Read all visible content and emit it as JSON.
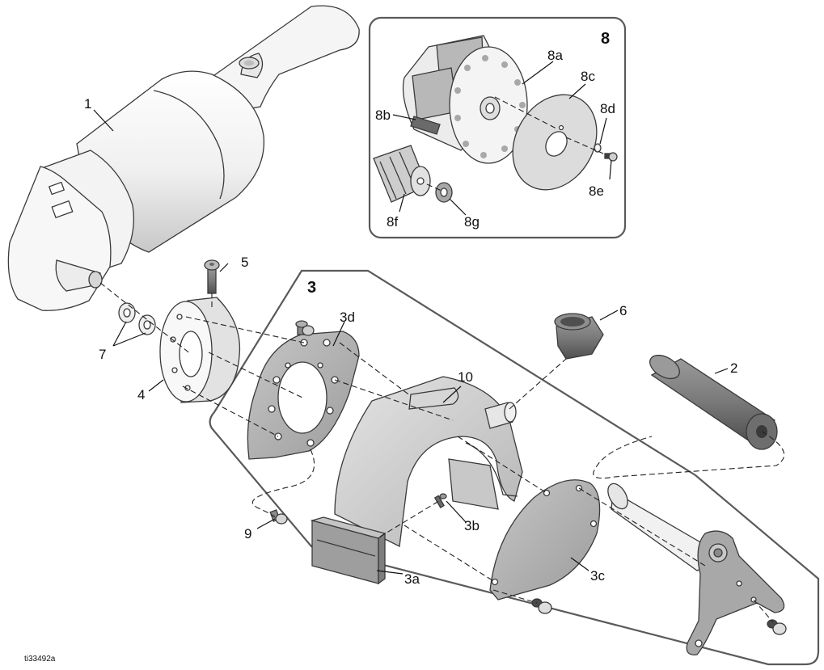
{
  "colors": {
    "background": "#ffffff",
    "part_light": "#f2f2f2",
    "part_mid": "#cfcfcf",
    "part_dark": "#8a8a8a",
    "part_shadow": "#6a6a6a",
    "group_outline": "#5a5a5a",
    "label": "#111111"
  },
  "drawing_code": "ti33492a",
  "groups": {
    "inset_8": "8",
    "assembly_3": "3"
  },
  "callouts": {
    "p1": "1",
    "p2": "2",
    "p3a": "3a",
    "p3b": "3b",
    "p3c": "3c",
    "p3d": "3d",
    "p4": "4",
    "p5": "5",
    "p6": "6",
    "p7": "7",
    "p8a": "8a",
    "p8b": "8b",
    "p8c": "8c",
    "p8d": "8d",
    "p8e": "8e",
    "p8f": "8f",
    "p8g": "8g",
    "p9": "9",
    "p10": "10"
  }
}
